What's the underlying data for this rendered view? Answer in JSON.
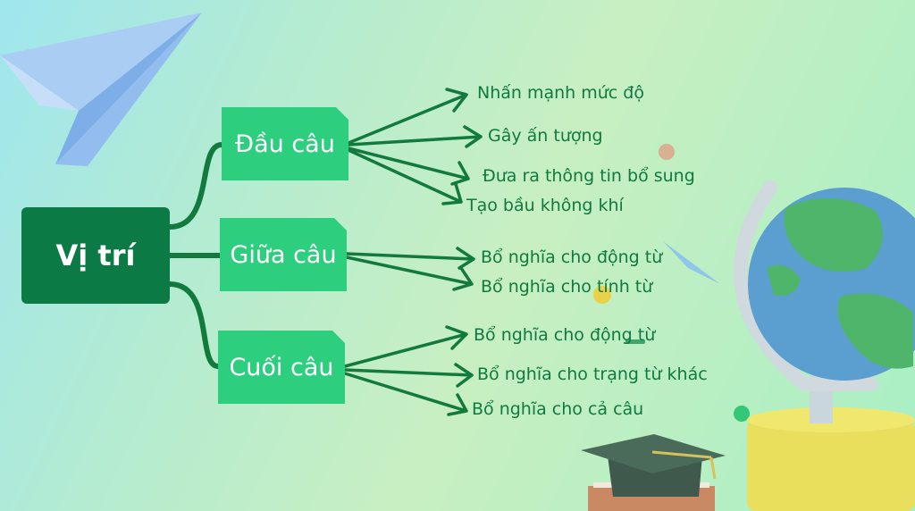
{
  "root": {
    "label": "Vị trí"
  },
  "branches": [
    {
      "label": "Đầu câu",
      "leaves": [
        "Nhấn mạnh mức độ",
        "Gây ấn tượng",
        "Đưa ra thông tin bổ sung",
        "Tạo bầu không khí"
      ]
    },
    {
      "label": "Giữa câu",
      "leaves": [
        "Bổ nghĩa cho động từ",
        "Bổ nghĩa cho tính từ"
      ]
    },
    {
      "label": "Cuối câu",
      "leaves": [
        "Bổ nghĩa cho động từ",
        "Bổ nghĩa cho trạng từ khác",
        "Bổ nghĩa cho cả câu"
      ]
    }
  ],
  "colors": {
    "root": "#0b7a45",
    "branch": "#2dcf7e",
    "text": "#0f7a40",
    "connector": "#137a3e"
  },
  "decorations": [
    "paper-plane-icon",
    "globe-icon",
    "graduation-cap-icon"
  ]
}
